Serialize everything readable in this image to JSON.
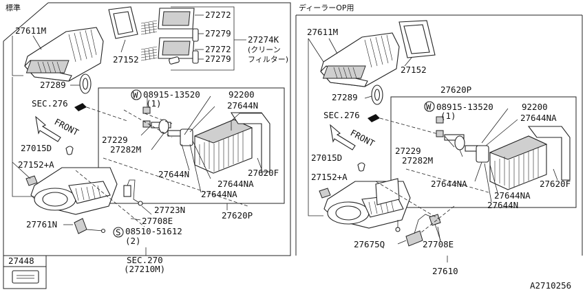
{
  "left_panel": {
    "header": "標準",
    "labels": {
      "p27611M": "27611M",
      "p27152": "27152",
      "p27272a": "27272",
      "p27279a": "27279",
      "p27272b": "27272",
      "p27279b": "27279",
      "p27274K": "27274K",
      "clean_filter_line1": "(クリーン",
      "clean_filter_line2": "フィルター)",
      "p27289": "27289",
      "bolt_w": "08915-13520",
      "bolt_w_qty": "(1)",
      "p92200": "92200",
      "p27644N_top": "27644N",
      "sec276": "SEC.276",
      "front": "FRONT",
      "p27229": "27229",
      "p27282M": "27282M",
      "p27015D": "27015D",
      "p27152A": "27152+A",
      "p27644N_mid": "27644N",
      "p27620F": "27620F",
      "p27644NA_1": "27644NA",
      "p27644NA_2": "27644NA",
      "p27723N": "27723N",
      "p27708E": "27708E",
      "p27761N": "27761N",
      "screw_s": "08510-51612",
      "screw_s_qty": "(2)",
      "p27620P": "27620P",
      "p27448": "27448",
      "sec270": "SEC.270",
      "sec270_sub": "(27210M)"
    }
  },
  "right_panel": {
    "header": "ディーラーOP用",
    "labels": {
      "p27611M": "27611M",
      "p27152": "27152",
      "p27289": "27289",
      "p27620P": "27620P",
      "bolt_w": "08915-13520",
      "bolt_w_qty": "(1)",
      "p92200": "92200",
      "sec276": "SEC.276",
      "p27644NA_top": "27644NA",
      "front": "FRONT",
      "p27229": "27229",
      "p27282M": "27282M",
      "p27015D": "27015D",
      "p27152A": "27152+A",
      "p27644NA_mid": "27644NA",
      "p27620F": "27620F",
      "p27644NA_low": "27644NA",
      "p27644N": "27644N",
      "p27675Q": "27675Q",
      "p27708E": "27708E",
      "p27610": "27610"
    }
  },
  "diagram_code": "A2710256",
  "symbols": {
    "washer": "W",
    "screw": "S"
  }
}
